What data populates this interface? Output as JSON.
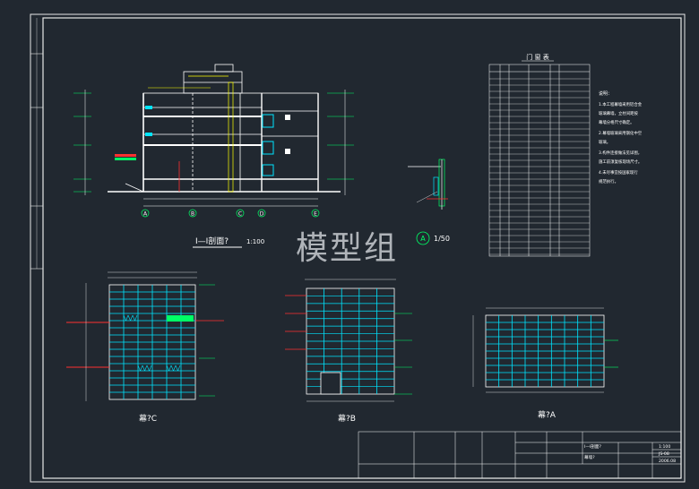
{
  "watermark": "模型组",
  "section": {
    "title": "I—I剖面?",
    "scale": "1:100"
  },
  "detail": {
    "letter": "A",
    "scale": "1/50"
  },
  "elevations": [
    {
      "label": "幕?C"
    },
    {
      "label": "幕?B"
    },
    {
      "label": "幕?A"
    }
  ],
  "axis_labels": [
    "A",
    "B",
    "C",
    "D",
    "E"
  ],
  "table": {
    "title": "门 窗 表"
  },
  "notes": [
    "说明：",
    "1.本工程幕墙采用铝合金",
    "  玻璃幕墙，立柱间距按",
    "  幕墙分格尺寸确定。",
    "2.幕墙玻璃采用钢化中空",
    "  玻璃。",
    "3.构件连接做法见详图，",
    "  施工前须复核现场尺寸。",
    "4.未尽事宜按国家现行",
    "  规范执行。"
  ],
  "title_block": {
    "drawing_no": "JS-08",
    "date": "2006.08",
    "scale": "1:100",
    "name1": "I—I剖面?",
    "name2": "幕墙?"
  },
  "colors": {
    "bg": "#212830",
    "line": "#ffffff",
    "grid": "#00e5ff",
    "accent": "#ff3030",
    "green": "#00ff66",
    "yellow": "#ffff00"
  }
}
